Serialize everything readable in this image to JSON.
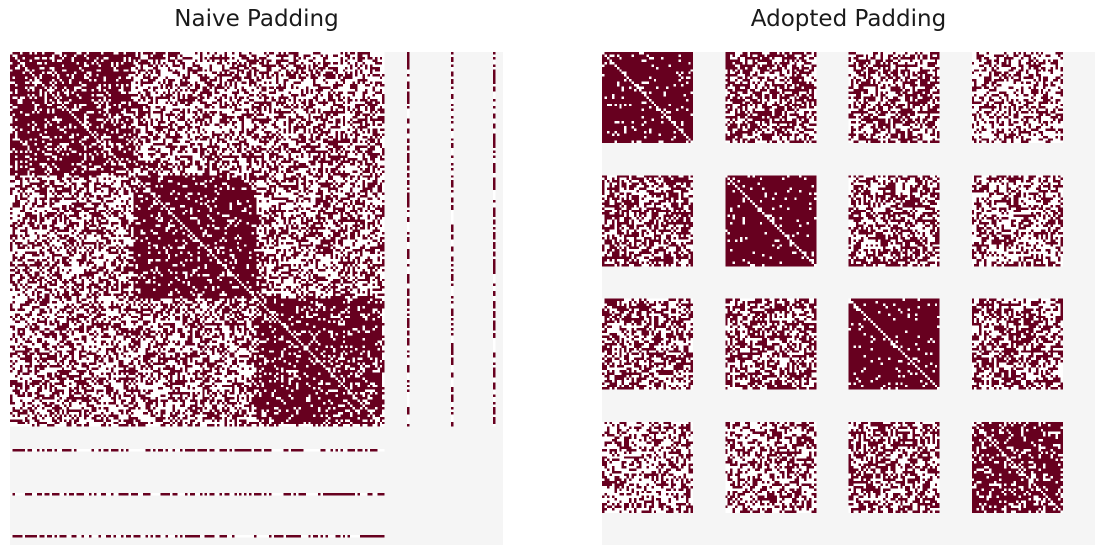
{
  "chart_data": [
    {
      "type": "heatmap",
      "title": "Naive Padding",
      "matrix_size": 200,
      "colors": {
        "filled": "#67001f",
        "empty": "#f5f5f5",
        "zero_cell": "#ffffff"
      },
      "value_kind": "binary",
      "groups": [
        {
          "start": 0,
          "end": 50
        },
        {
          "start": 50,
          "end": 100
        },
        {
          "start": 100,
          "end": 151
        }
      ],
      "density_within_group": [
        0.78,
        0.85,
        0.8
      ],
      "density_between_groups": 0.45,
      "padding_rows": [
        152,
        153,
        154,
        155,
        156,
        157,
        158,
        159,
        160,
        161,
        162,
        163,
        164,
        165,
        166,
        167,
        168,
        169,
        170,
        171,
        172,
        173,
        174,
        175,
        176,
        177,
        178,
        179,
        180,
        181,
        182,
        183,
        184,
        185,
        186,
        187,
        188,
        189,
        190,
        191,
        192,
        193,
        194,
        195,
        196,
        197,
        198,
        199
      ],
      "padding_cols": [
        152,
        153,
        154,
        155,
        156,
        157,
        158,
        159,
        160,
        161,
        162,
        163,
        164,
        165,
        166,
        167,
        168,
        169,
        170,
        171,
        172,
        173,
        174,
        175,
        176,
        177,
        178,
        179,
        180,
        181,
        182,
        183,
        184,
        185,
        186,
        187,
        188,
        189,
        190,
        191,
        192,
        193,
        194,
        195,
        196,
        197,
        198,
        199
      ],
      "sparse_lines": [
        161,
        179,
        196
      ],
      "grid": false,
      "axes_visible": false
    },
    {
      "type": "heatmap",
      "title": "Adopted Padding",
      "matrix_size": 200,
      "colors": {
        "filled": "#67001f",
        "empty": "#f5f5f5",
        "zero_cell": "#ffffff"
      },
      "value_kind": "binary",
      "blocks": 4,
      "block_cells": 37,
      "block_period": 50,
      "density_diagonal": [
        0.92,
        0.93,
        0.92,
        0.78
      ],
      "density_off_diagonal": [
        [
          null,
          0.55,
          0.5,
          0.4
        ],
        [
          0.55,
          null,
          0.52,
          0.45
        ],
        [
          0.5,
          0.52,
          null,
          0.5
        ],
        [
          0.4,
          0.45,
          0.5,
          null
        ]
      ],
      "grid": false,
      "axes_visible": false
    }
  ]
}
